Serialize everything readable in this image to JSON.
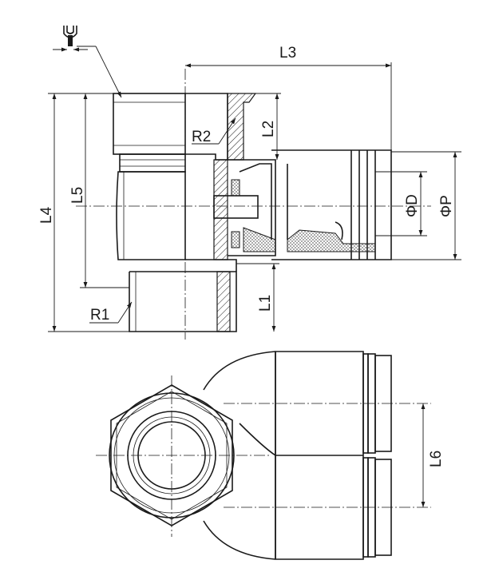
{
  "drawing": {
    "title": "Push-in fitting with hex thread – dimension drawing",
    "labels": {
      "l1": "L1",
      "l2": "L2",
      "l3": "L3",
      "l4": "L4",
      "l5": "L5",
      "l6": "L6",
      "r1": "R1",
      "r2": "R2",
      "phi_d": "ΦD",
      "phi_p": "ΦP"
    },
    "icons": [
      "wrench-icon"
    ],
    "line_color": "#1a1a1a"
  }
}
